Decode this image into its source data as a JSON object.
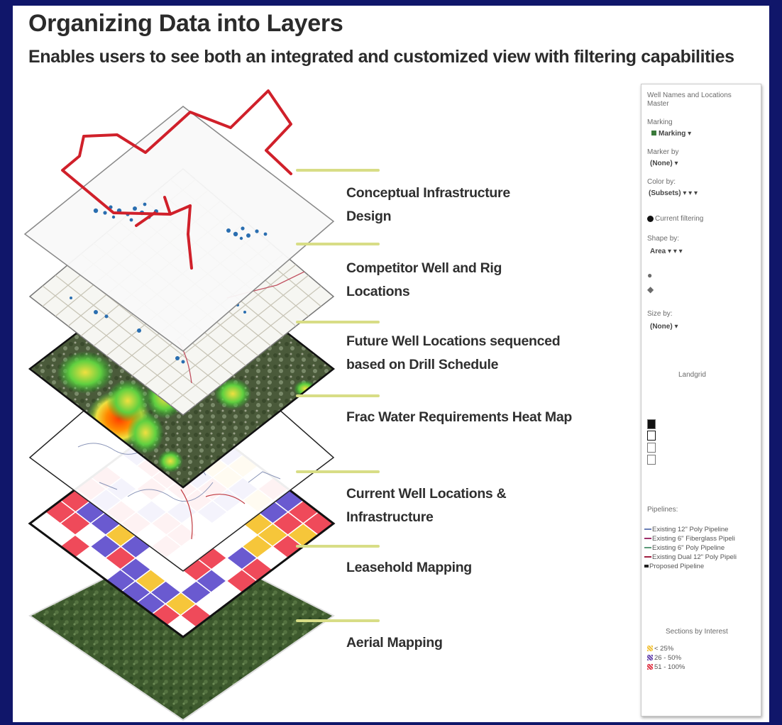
{
  "title": "Organizing Data into Layers",
  "subtitle": "Enables users to see both an integrated and customized view with filtering capabilities",
  "layers": [
    {
      "label": "Conceptual Infrastructure\nDesign"
    },
    {
      "label": "Competitor Well and Rig\nLocations"
    },
    {
      "label": "Future Well Locations sequenced\nbased on Drill Schedule"
    },
    {
      "label": "Frac Water Requirements Heat Map"
    },
    {
      "label": "Current Well Locations &\nInfrastructure"
    },
    {
      "label": "Leasehold Mapping"
    },
    {
      "label": "Aerial Mapping"
    }
  ],
  "panel": {
    "header": "Well Names and Locations\nMaster",
    "marking_label": "Marking",
    "marking_value": "Marking",
    "marker_by_label": "Marker by",
    "marker_by_value": "(None)",
    "color_by_label": "Color by:",
    "color_by_value": "(Subsets)",
    "current_filtering": "Current filtering",
    "shape_by_label": "Shape by:",
    "shape_by_value": "Area",
    "size_by_label": "Size by:",
    "size_by_value": "(None)",
    "landgrid_label": "Landgrid",
    "pipelines_label": "Pipelines:",
    "pipelines": [
      {
        "label": "Existing 12\" Poly Pipeline",
        "color": "#6a7fb8"
      },
      {
        "label": "Existing 6\" Fiberglass Pipeli",
        "color": "#a0306a"
      },
      {
        "label": "Existing 6\" Poly Pipeline",
        "color": "#5a9a78"
      },
      {
        "label": "Existing Dual 12\" Poly Pipeli",
        "color": "#a02040"
      },
      {
        "label": "Proposed Pipeline",
        "color": "#222222"
      }
    ],
    "sections_label": "Sections by Interest",
    "sections": [
      {
        "label": "< 25%",
        "color": "#f2c23a"
      },
      {
        "label": "26 - 50%",
        "color": "#6a4ab0"
      },
      {
        "label": "51 - 100%",
        "color": "#e03a4a"
      }
    ]
  },
  "colors": {
    "background": "#10166a",
    "pipeline_red": "#d0202a",
    "well_blue": "#2a6eb0",
    "leader": "#d8dd86",
    "lease_red": "#ef4a5a",
    "lease_purple": "#6a5ad0",
    "lease_yellow": "#f6c63a"
  }
}
